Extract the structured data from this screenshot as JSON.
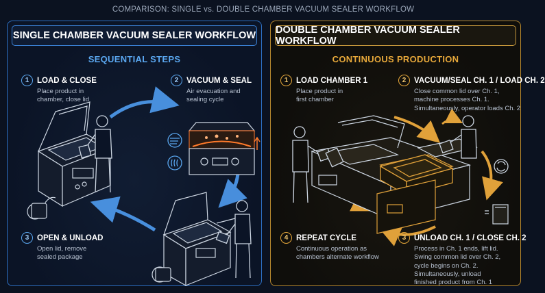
{
  "page_title": "COMPARISON: SINGLE vs. DOUBLE CHAMBER VACUUM SEALER WORKFLOW",
  "single": {
    "header": "SINGLE CHAMBER VACUUM SEALER WORKFLOW",
    "subheader": "SEQUENTIAL STEPS",
    "steps": [
      {
        "num": "1",
        "title": "LOAD & CLOSE",
        "desc": [
          "Place product in",
          "chamber, close lid"
        ]
      },
      {
        "num": "2",
        "title": "VACUUM & SEAL",
        "desc": [
          "Air evacuation and",
          "sealing cycle"
        ]
      },
      {
        "num": "3",
        "title": "OPEN & UNLOAD",
        "desc": [
          "Open lid, remove",
          "sealed package"
        ]
      }
    ],
    "accent": "#3b82d6"
  },
  "double": {
    "header": "DOUBLE CHAMBER VACUUM SEALER WORKFLOW",
    "subheader": "CONTINUOUS PRODUCTION",
    "steps": [
      {
        "num": "1",
        "title": "LOAD CHAMBER 1",
        "desc": [
          "Place product in",
          "first chamber"
        ]
      },
      {
        "num": "2",
        "title": "VACUUM/SEAL CH. 1 / LOAD CH. 2",
        "desc": [
          "Close common lid over Ch. 1,",
          "machine processes Ch. 1.",
          "Simultaneously, operator loads Ch. 2"
        ]
      },
      {
        "num": "4",
        "title": "REPEAT CYCLE",
        "desc": [
          "Continuous operation as",
          "chambers alternate workflow"
        ]
      },
      {
        "num": "3",
        "title": "UNLOAD CH. 1 / CLOSE CH. 2",
        "desc": [
          "Process in Ch. 1 ends, lift lid.",
          "Swing common lid over Ch. 2,",
          "cycle begins on Ch. 2.",
          "Simultaneously, unload",
          "finished product from Ch. 1"
        ]
      }
    ],
    "accent": "#c99a3c"
  }
}
